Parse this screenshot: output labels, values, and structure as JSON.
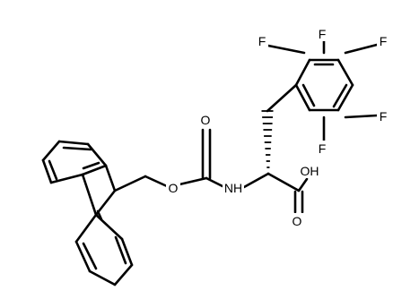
{
  "molecule": {
    "atoms": {
      "f_top": "F",
      "f_upper_left": "F",
      "f_upper_right": "F",
      "f_lower_right": "F",
      "f_lower": "F",
      "carbamate_oxygen": "O",
      "ester_oxygen": "O",
      "amide_nh": "N",
      "amide_h": "H",
      "acid_oh": "OH",
      "acid_carbonyl_oxygen": "O"
    }
  }
}
